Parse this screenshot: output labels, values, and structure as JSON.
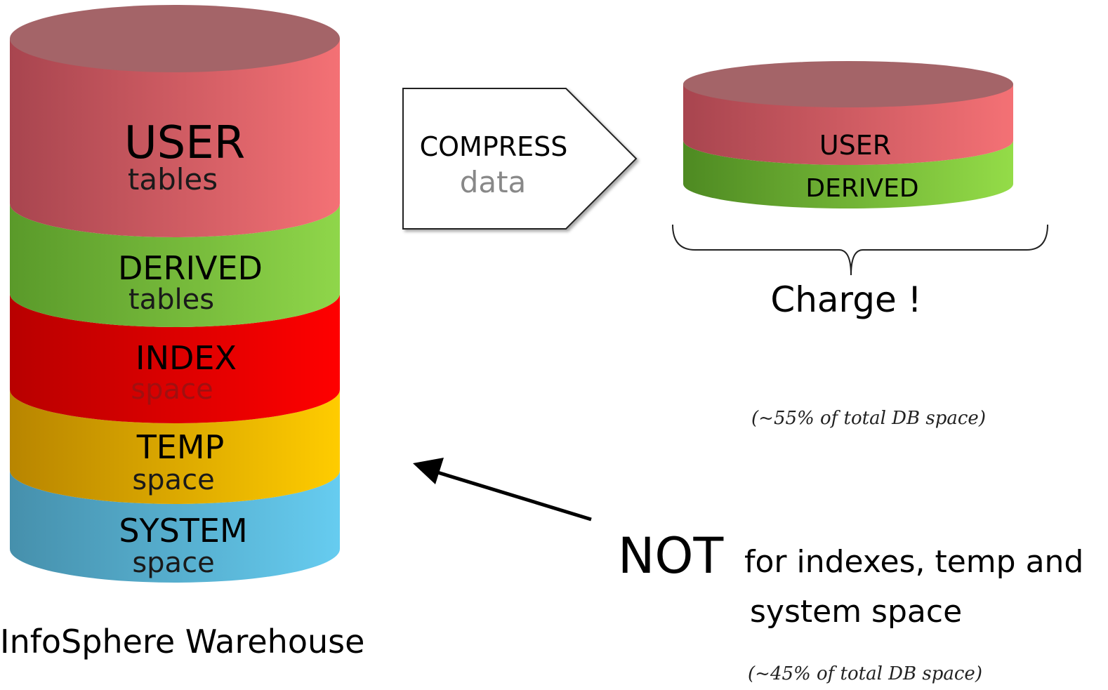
{
  "stack": {
    "caption": "InfoSphere Warehouse",
    "layers": [
      {
        "title": "USER",
        "subtitle": "tables",
        "subtitle_color": "#1a1a1a",
        "color_dark": "#a8454f",
        "color_light": "#f47175"
      },
      {
        "title": "DERIVED",
        "subtitle": "tables",
        "subtitle_color": "#1a1a1a",
        "color_dark": "#5a8f2a",
        "color_light": "#8fd64a"
      },
      {
        "title": "INDEX",
        "subtitle": "space",
        "subtitle_color": "#a01010",
        "color_dark": "#b80000",
        "color_light": "#ff0000"
      },
      {
        "title": "TEMP",
        "subtitle": "space",
        "subtitle_color": "#1a1a1a",
        "color_dark": "#b88500",
        "color_light": "#ffcc00"
      },
      {
        "title": "SYSTEM",
        "subtitle": "space",
        "subtitle_color": "#1a1a1a",
        "color_dark": "#4690ac",
        "color_light": "#66ccf0"
      }
    ],
    "top_color": "#a46468"
  },
  "compress_arrow": {
    "line1": "COMPRESS",
    "line2": "data"
  },
  "small_cylinder": {
    "user_label": "USER",
    "derived_label": "DERIVED"
  },
  "brace_label": "Charge !",
  "note_charge": "(~55% of total DB space)",
  "not_text": {
    "big": "NOT",
    "line1": "for indexes, temp and",
    "line2": "system space"
  },
  "note_not": "(~45% of total DB space)"
}
